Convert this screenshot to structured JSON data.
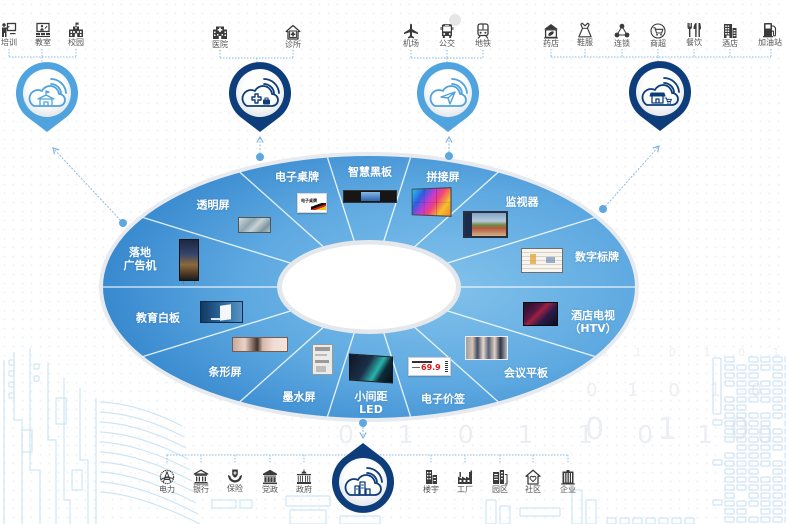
{
  "colors": {
    "pin_light": "#4fa3de",
    "pin_dark": "#0e3d7b",
    "ring_light": "#82c2eb",
    "ring_mid": "#5ea9e1",
    "ring_dark": "#2a7dc8",
    "connector": "#8dbbe3",
    "icon": "#3a3a3a"
  },
  "top_groups": [
    {
      "pin_icon": "cloud-school-icon",
      "items": [
        {
          "label": "培训",
          "icon": "training-icon"
        },
        {
          "label": "教室",
          "icon": "classroom-icon"
        },
        {
          "label": "校园",
          "icon": "campus-icon"
        }
      ]
    },
    {
      "pin_icon": "cloud-medical-icon",
      "items": [
        {
          "label": "医院",
          "icon": "hospital-icon"
        },
        {
          "label": "诊所",
          "icon": "clinic-icon"
        }
      ]
    },
    {
      "pin_icon": "cloud-paper-plane-icon",
      "items": [
        {
          "label": "机场",
          "icon": "airport-icon"
        },
        {
          "label": "公交",
          "icon": "bus-icon"
        },
        {
          "label": "地铁",
          "icon": "subway-icon"
        }
      ]
    },
    {
      "pin_icon": "cloud-shop-icon",
      "items": [
        {
          "label": "药店",
          "icon": "pharmacy-icon"
        },
        {
          "label": "鞋服",
          "icon": "apparel-icon"
        },
        {
          "label": "连锁",
          "icon": "chain-icon"
        },
        {
          "label": "商超",
          "icon": "supermarket-icon"
        },
        {
          "label": "餐饮",
          "icon": "catering-icon"
        },
        {
          "label": "酒店",
          "icon": "hotel-icon"
        },
        {
          "label": "加油站",
          "icon": "gas-station-icon"
        }
      ]
    }
  ],
  "bottom_group": {
    "pin_icon": "cloud-buildings-icon",
    "items": [
      {
        "label": "电力",
        "icon": "power-icon"
      },
      {
        "label": "银行",
        "icon": "bank-icon"
      },
      {
        "label": "保险",
        "icon": "insurance-icon"
      },
      {
        "label": "党政",
        "icon": "party-government-icon"
      },
      {
        "label": "政府",
        "icon": "government-icon"
      },
      {
        "label": "楼宇",
        "icon": "office-building-icon"
      },
      {
        "label": "工厂",
        "icon": "factory-icon"
      },
      {
        "label": "园区",
        "icon": "industrial-park-icon"
      },
      {
        "label": "社区",
        "icon": "community-icon"
      },
      {
        "label": "企业",
        "icon": "enterprise-icon"
      }
    ]
  },
  "ring": {
    "segments": [
      {
        "lines": [
          "落地",
          "广告机"
        ],
        "product": "floor-standing-kiosk-image"
      },
      {
        "lines": [
          "透明屏"
        ],
        "product": "transparent-display-image"
      },
      {
        "lines": [
          "电子桌牌"
        ],
        "product": "electronic-desk-sign-image",
        "screen_text": "电子桌牌"
      },
      {
        "lines": [
          "智慧黑板"
        ],
        "product": "smart-blackboard-image"
      },
      {
        "lines": [
          "拼接屏"
        ],
        "product": "video-wall-image"
      },
      {
        "lines": [
          "监视器"
        ],
        "product": "monitor-image"
      },
      {
        "lines": [
          "数字标牌"
        ],
        "product": "digital-signage-image"
      },
      {
        "lines": [
          "酒店电视",
          "（HTV）"
        ],
        "product": "hotel-tv-image"
      },
      {
        "lines": [
          "会议平板"
        ],
        "product": "conference-panel-image"
      },
      {
        "lines": [
          "电子价签"
        ],
        "product": "electronic-shelf-label-image",
        "screen_text": "69.9"
      },
      {
        "lines": [
          "小间距",
          "LED"
        ],
        "product": "fine-pitch-led-image"
      },
      {
        "lines": [
          "墨水屏"
        ],
        "product": "e-ink-display-image"
      },
      {
        "lines": [
          "条形屏"
        ],
        "product": "bar-display-image"
      },
      {
        "lines": [
          "教育白板"
        ],
        "product": "education-whiteboard-image"
      }
    ]
  },
  "background_binary": [
    "0 1 0 1 0 1 0 1 0 1",
    "0 1 0 1 0 1 0 1 0",
    "0 1 0 1 0",
    "0 1 0 1 1 0 1 0"
  ]
}
